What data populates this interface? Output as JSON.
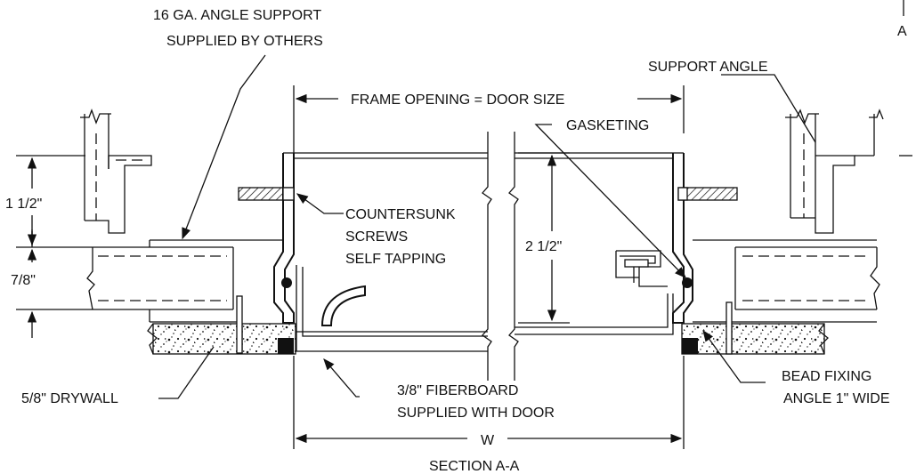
{
  "drawing": {
    "section_marker": "A",
    "labels": {
      "angle_support_line1": "16 GA. ANGLE SUPPORT",
      "angle_support_line2": "SUPPLIED BY OTHERS",
      "support_angle": "SUPPORT ANGLE",
      "frame_opening": "FRAME OPENING = DOOR SIZE",
      "gasketing": "GASKETING",
      "countersunk_line1": "COUNTERSUNK",
      "countersunk_line2": "SCREWS",
      "countersunk_line3": "SELF TAPPING",
      "dim_1_5": "1 1/2\"",
      "dim_7_8": "7/8\"",
      "dim_2_5": "2 1/2\"",
      "drywall": "5/8\" DRYWALL",
      "fiberboard_line1": "3/8\" FIBERBOARD",
      "fiberboard_line2": "SUPPLIED WITH DOOR",
      "bead_line1": "BEAD FIXING",
      "bead_line2": "ANGLE 1\" WIDE",
      "width": "W",
      "section_title": "SECTION A-A"
    }
  },
  "colors": {
    "ink": "#111111",
    "background": "#ffffff"
  }
}
